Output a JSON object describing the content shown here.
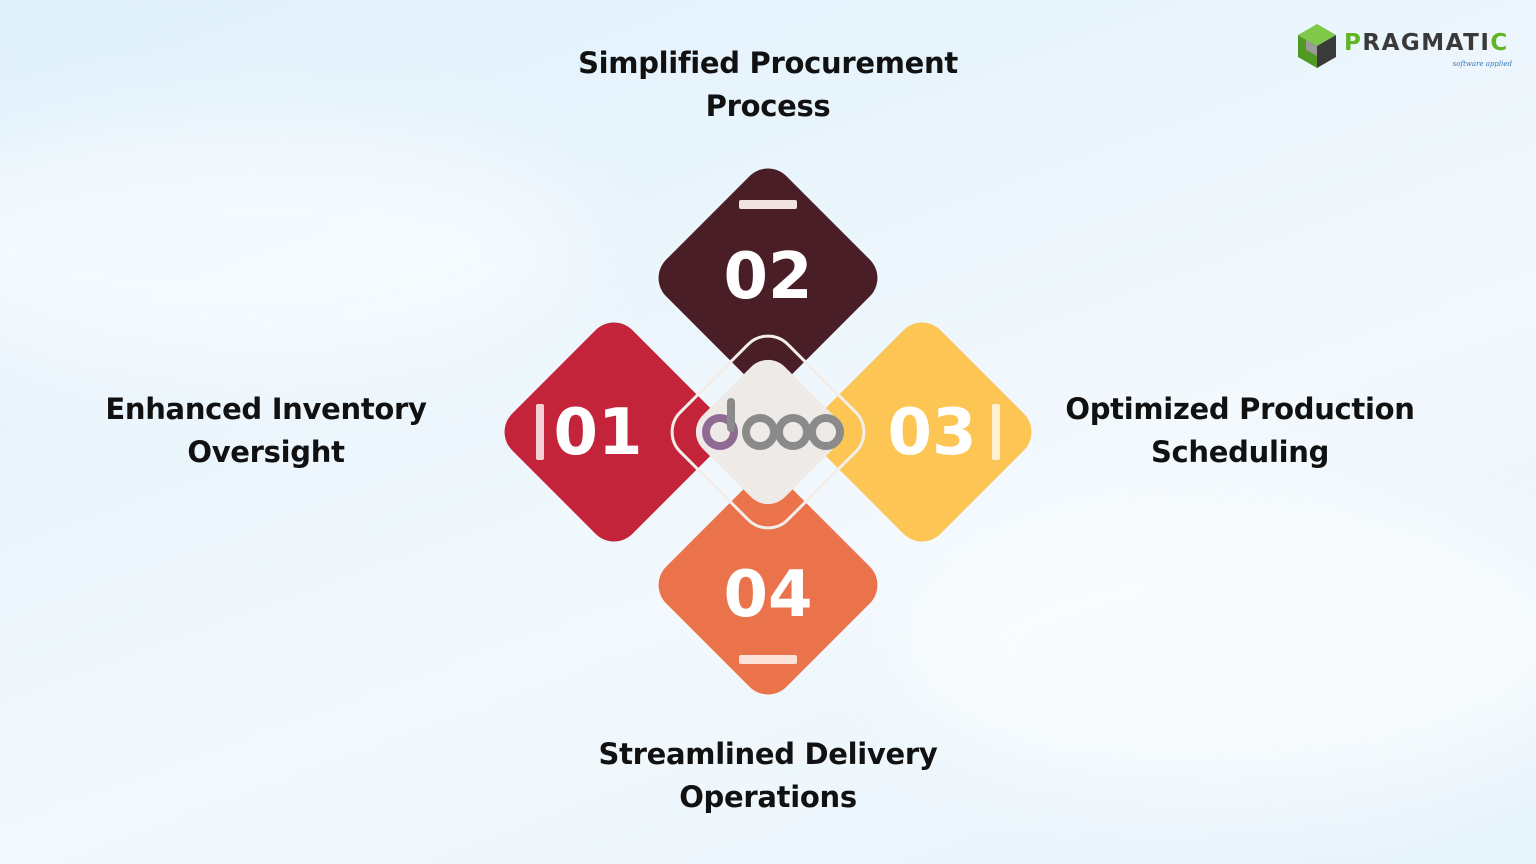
{
  "brand": {
    "name_first": "P",
    "name_middle": "RAGMATI",
    "name_last": "C",
    "tagline": "software applied",
    "colors": {
      "green": "#5fb623",
      "dark": "#3a3a3a",
      "blue": "#3a78b8"
    }
  },
  "center_logo": {
    "text": "odoo",
    "colors": {
      "purple": "#8f6b94",
      "gray": "#8a8a8a",
      "tile": "#eeeae7"
    }
  },
  "items": [
    {
      "number": "01",
      "title_lines": [
        "Enhanced Inventory",
        "Oversight"
      ],
      "color": "#c4243a"
    },
    {
      "number": "02",
      "title_lines": [
        "Simplified Procurement",
        "Process"
      ],
      "color": "#4a1e27"
    },
    {
      "number": "03",
      "title_lines": [
        "Optimized Production",
        "Scheduling"
      ],
      "color": "#fdc553"
    },
    {
      "number": "04",
      "title_lines": [
        "Streamlined Delivery",
        "Operations"
      ],
      "color": "#eb734b"
    }
  ]
}
